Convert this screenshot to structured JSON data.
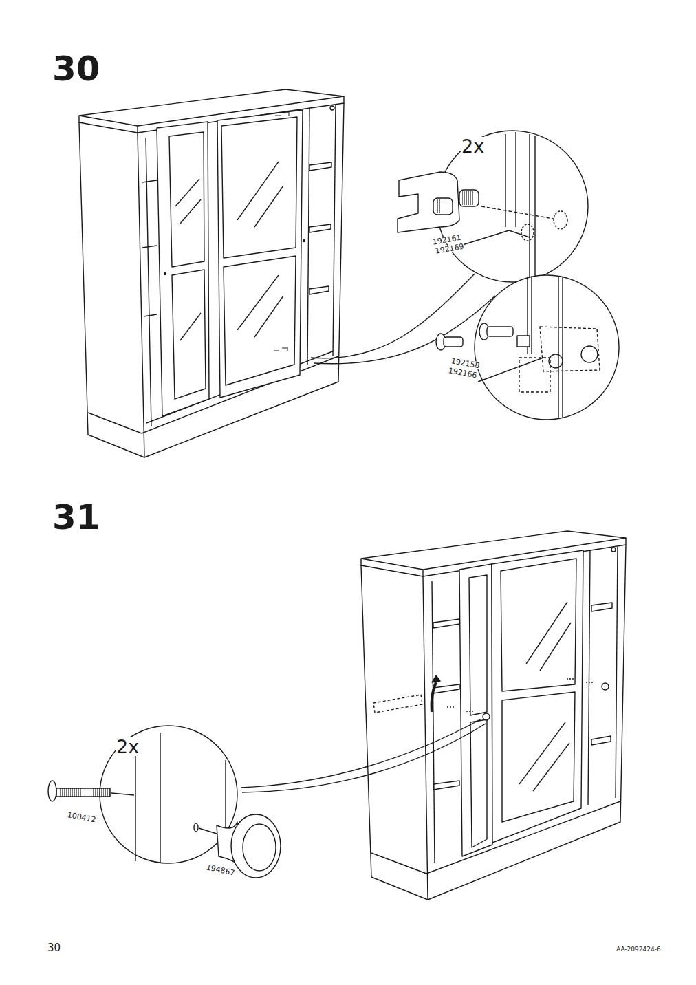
{
  "diagram": {
    "labels": [
      "30",
      "2x",
      "192161",
      "192169",
      "192158",
      "192166",
      "31",
      "2x",
      "100412",
      "194867",
      "30",
      "AA-2092424-6"
    ]
  }
}
